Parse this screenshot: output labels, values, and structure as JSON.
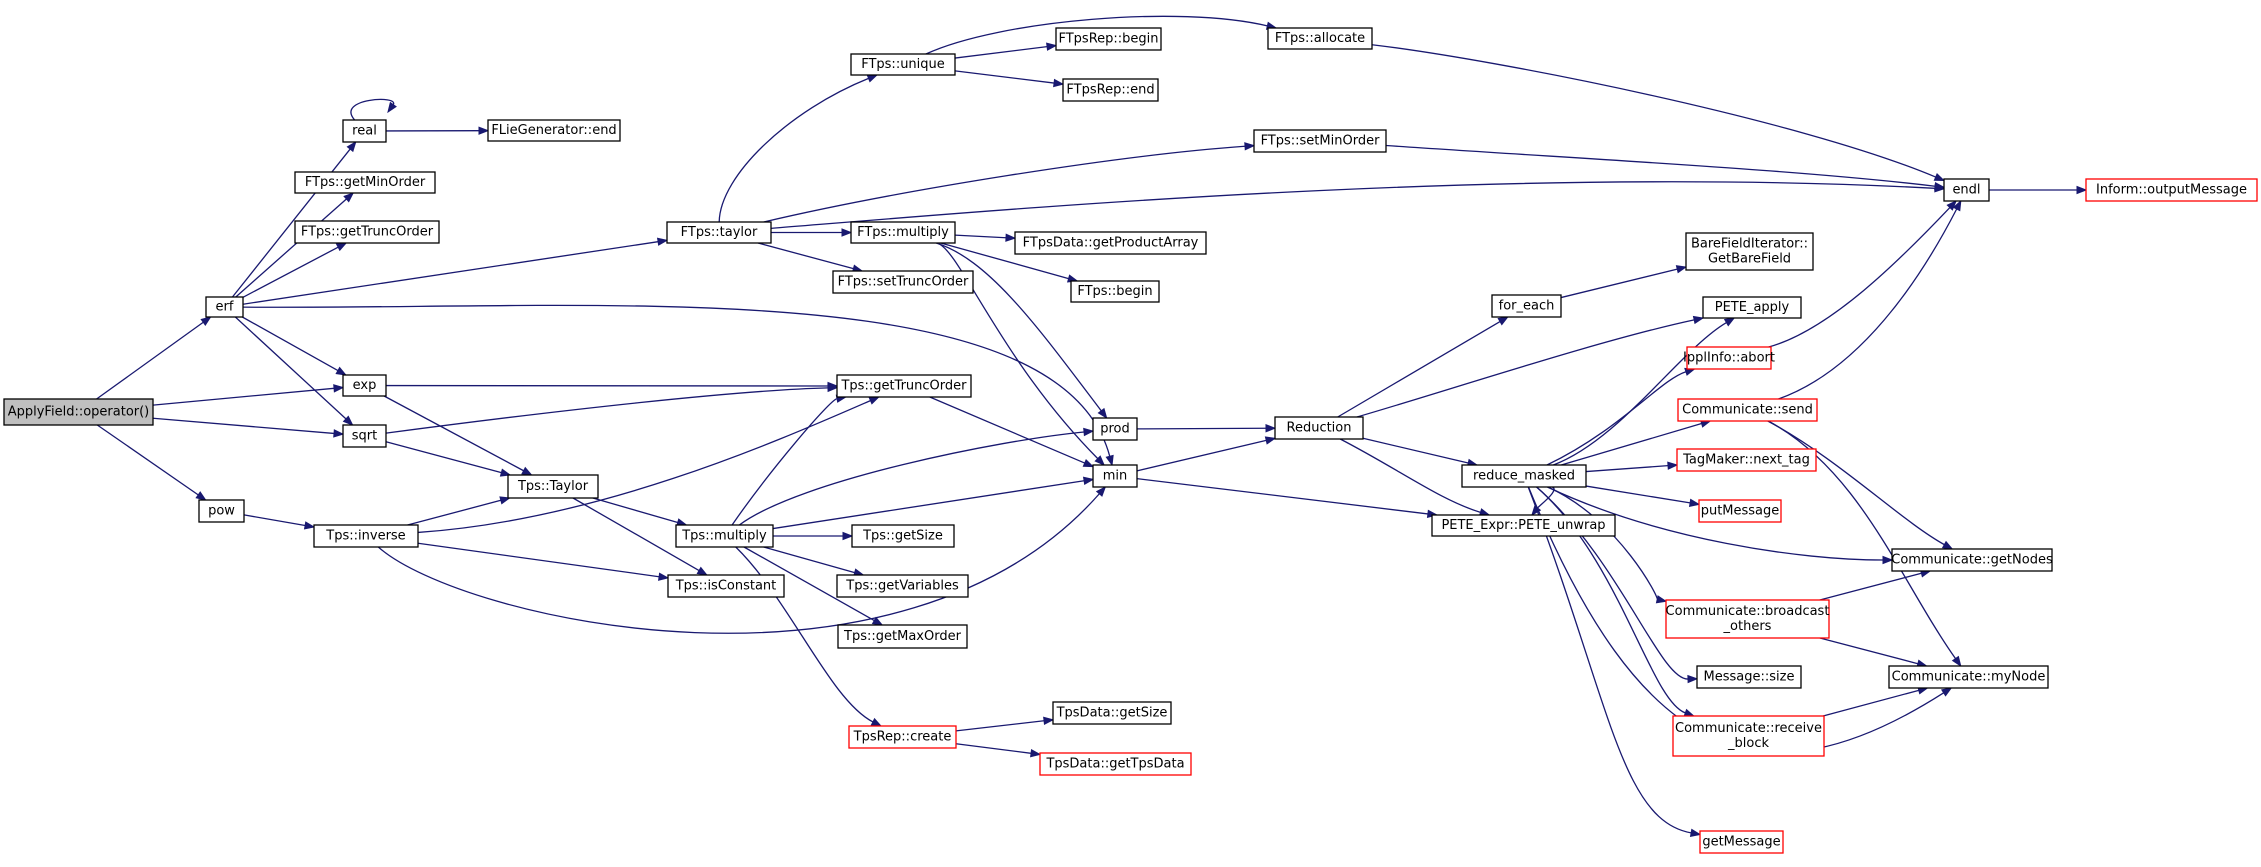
{
  "colors": {
    "edge": "#191970",
    "border": "#000000",
    "incomplete_border": "#ff0000",
    "root_fill": "#bfbfbf",
    "background": "#ffffff"
  },
  "nodes": [
    {
      "id": "root",
      "lines": [
        "ApplyField::operator()"
      ],
      "style": "root"
    },
    {
      "id": "erf",
      "lines": [
        "erf"
      ],
      "style": "normal"
    },
    {
      "id": "pow",
      "lines": [
        "pow"
      ],
      "style": "normal"
    },
    {
      "id": "real",
      "lines": [
        "real"
      ],
      "style": "normal"
    },
    {
      "id": "getMinOrder",
      "lines": [
        "FTps::getMinOrder"
      ],
      "style": "normal"
    },
    {
      "id": "getTruncOrder",
      "lines": [
        "FTps::getTruncOrder"
      ],
      "style": "normal"
    },
    {
      "id": "exp",
      "lines": [
        "exp"
      ],
      "style": "normal"
    },
    {
      "id": "sqrt",
      "lines": [
        "sqrt"
      ],
      "style": "normal"
    },
    {
      "id": "tpsInverse",
      "lines": [
        "Tps::inverse"
      ],
      "style": "normal"
    },
    {
      "id": "flieEnd",
      "lines": [
        "FLieGenerator::end"
      ],
      "style": "normal"
    },
    {
      "id": "tpsTaylor",
      "lines": [
        "Tps::Taylor"
      ],
      "style": "normal"
    },
    {
      "id": "tpsIsConstant",
      "lines": [
        "Tps::isConstant"
      ],
      "style": "normal"
    },
    {
      "id": "ftpsTaylor",
      "lines": [
        "FTps::taylor"
      ],
      "style": "normal"
    },
    {
      "id": "ftpsUnique",
      "lines": [
        "FTps::unique"
      ],
      "style": "normal"
    },
    {
      "id": "ftpsMultiply",
      "lines": [
        "FTps::multiply"
      ],
      "style": "normal"
    },
    {
      "id": "setTruncOrder",
      "lines": [
        "FTps::setTruncOrder"
      ],
      "style": "normal"
    },
    {
      "id": "tpsGetTruncOrder",
      "lines": [
        "Tps::getTruncOrder"
      ],
      "style": "normal"
    },
    {
      "id": "tpsMultiply",
      "lines": [
        "Tps::multiply"
      ],
      "style": "normal"
    },
    {
      "id": "tpsGetSize",
      "lines": [
        "Tps::getSize"
      ],
      "style": "normal"
    },
    {
      "id": "tpsGetVariables",
      "lines": [
        "Tps::getVariables"
      ],
      "style": "normal"
    },
    {
      "id": "tpsGetMaxOrder",
      "lines": [
        "Tps::getMaxOrder"
      ],
      "style": "normal"
    },
    {
      "id": "tpsRepCreate",
      "lines": [
        "TpsRep::create"
      ],
      "style": "incomplete"
    },
    {
      "id": "ftpsRepBegin",
      "lines": [
        "FTpsRep::begin"
      ],
      "style": "normal"
    },
    {
      "id": "ftpsRepEnd",
      "lines": [
        "FTpsRep::end"
      ],
      "style": "normal"
    },
    {
      "id": "getProductArray",
      "lines": [
        "FTpsData::getProductArray"
      ],
      "style": "normal"
    },
    {
      "id": "ftpsBegin",
      "lines": [
        "FTps::begin"
      ],
      "style": "normal"
    },
    {
      "id": "tpsDataGetSize",
      "lines": [
        "TpsData::getSize"
      ],
      "style": "normal"
    },
    {
      "id": "tpsDataGetTpsData",
      "lines": [
        "TpsData::getTpsData"
      ],
      "style": "incomplete"
    },
    {
      "id": "ftpsAllocate",
      "lines": [
        "FTps::allocate"
      ],
      "style": "normal"
    },
    {
      "id": "ftpsSetMinOrder",
      "lines": [
        "FTps::setMinOrder"
      ],
      "style": "normal"
    },
    {
      "id": "prod",
      "lines": [
        "prod"
      ],
      "style": "normal"
    },
    {
      "id": "min",
      "lines": [
        "min"
      ],
      "style": "normal"
    },
    {
      "id": "forEach",
      "lines": [
        "for_each"
      ],
      "style": "normal"
    },
    {
      "id": "reduction",
      "lines": [
        "Reduction"
      ],
      "style": "normal"
    },
    {
      "id": "reduceMasked",
      "lines": [
        "reduce_masked"
      ],
      "style": "normal"
    },
    {
      "id": "peteUnwrap",
      "lines": [
        "PETE_Expr::PETE_unwrap"
      ],
      "style": "normal"
    },
    {
      "id": "bareField",
      "lines": [
        "BareFieldIterator::",
        "GetBareField"
      ],
      "style": "normal"
    },
    {
      "id": "peteApply",
      "lines": [
        "PETE_apply"
      ],
      "style": "normal"
    },
    {
      "id": "ipplAbort",
      "lines": [
        "IpplInfo::abort"
      ],
      "style": "incomplete"
    },
    {
      "id": "commSend",
      "lines": [
        "Communicate::send"
      ],
      "style": "incomplete"
    },
    {
      "id": "nextTag",
      "lines": [
        "TagMaker::next_tag"
      ],
      "style": "incomplete"
    },
    {
      "id": "putMessage",
      "lines": [
        "putMessage"
      ],
      "style": "incomplete"
    },
    {
      "id": "commBroadcast",
      "lines": [
        "Communicate::broadcast",
        "_others"
      ],
      "style": "incomplete"
    },
    {
      "id": "messageSize",
      "lines": [
        "Message::size"
      ],
      "style": "normal"
    },
    {
      "id": "commReceive",
      "lines": [
        "Communicate::receive",
        "_block"
      ],
      "style": "incomplete"
    },
    {
      "id": "getMessage",
      "lines": [
        "getMessage"
      ],
      "style": "incomplete"
    },
    {
      "id": "endl",
      "lines": [
        "endl"
      ],
      "style": "normal"
    },
    {
      "id": "outputMessage",
      "lines": [
        "Inform::outputMessage"
      ],
      "style": "incomplete"
    },
    {
      "id": "getNodes",
      "lines": [
        "Communicate::getNodes"
      ],
      "style": "normal"
    },
    {
      "id": "myNode",
      "lines": [
        "Communicate::myNode"
      ],
      "style": "normal"
    }
  ],
  "edges": [
    [
      "root",
      "erf"
    ],
    [
      "root",
      "exp"
    ],
    [
      "root",
      "sqrt"
    ],
    [
      "root",
      "pow"
    ],
    [
      "erf",
      "real"
    ],
    [
      "erf",
      "getMinOrder"
    ],
    [
      "erf",
      "getTruncOrder"
    ],
    [
      "erf",
      "ftpsTaylor"
    ],
    [
      "erf",
      "exp"
    ],
    [
      "erf",
      "sqrt"
    ],
    [
      "erf",
      "min"
    ],
    [
      "real",
      "real"
    ],
    [
      "real",
      "flieEnd"
    ],
    [
      "exp",
      "tpsGetTruncOrder"
    ],
    [
      "exp",
      "tpsTaylor"
    ],
    [
      "sqrt",
      "tpsGetTruncOrder"
    ],
    [
      "sqrt",
      "tpsTaylor"
    ],
    [
      "pow",
      "tpsInverse"
    ],
    [
      "tpsInverse",
      "tpsTaylor"
    ],
    [
      "tpsInverse",
      "tpsGetTruncOrder"
    ],
    [
      "tpsInverse",
      "tpsIsConstant"
    ],
    [
      "tpsInverse",
      "min"
    ],
    [
      "tpsTaylor",
      "tpsMultiply"
    ],
    [
      "tpsTaylor",
      "tpsIsConstant"
    ],
    [
      "ftpsTaylor",
      "ftpsUnique"
    ],
    [
      "ftpsTaylor",
      "ftpsMultiply"
    ],
    [
      "ftpsTaylor",
      "setTruncOrder"
    ],
    [
      "ftpsTaylor",
      "ftpsSetMinOrder"
    ],
    [
      "ftpsTaylor",
      "endl"
    ],
    [
      "ftpsUnique",
      "ftpsAllocate"
    ],
    [
      "ftpsUnique",
      "ftpsRepBegin"
    ],
    [
      "ftpsUnique",
      "ftpsRepEnd"
    ],
    [
      "ftpsMultiply",
      "getProductArray"
    ],
    [
      "ftpsMultiply",
      "ftpsBegin"
    ],
    [
      "ftpsMultiply",
      "prod"
    ],
    [
      "ftpsMultiply",
      "min"
    ],
    [
      "tpsMultiply",
      "tpsGetTruncOrder"
    ],
    [
      "tpsMultiply",
      "prod"
    ],
    [
      "tpsMultiply",
      "min"
    ],
    [
      "tpsMultiply",
      "tpsGetSize"
    ],
    [
      "tpsMultiply",
      "tpsGetVariables"
    ],
    [
      "tpsMultiply",
      "tpsGetMaxOrder"
    ],
    [
      "tpsMultiply",
      "tpsRepCreate"
    ],
    [
      "tpsGetTruncOrder",
      "min"
    ],
    [
      "tpsRepCreate",
      "tpsDataGetSize"
    ],
    [
      "tpsRepCreate",
      "tpsDataGetTpsData"
    ],
    [
      "ftpsAllocate",
      "endl"
    ],
    [
      "ftpsSetMinOrder",
      "endl"
    ],
    [
      "prod",
      "reduction"
    ],
    [
      "min",
      "reduction"
    ],
    [
      "min",
      "peteUnwrap"
    ],
    [
      "reduction",
      "forEach"
    ],
    [
      "reduction",
      "peteApply"
    ],
    [
      "reduction",
      "reduceMasked"
    ],
    [
      "reduction",
      "peteUnwrap"
    ],
    [
      "forEach",
      "bareField"
    ],
    [
      "reduceMasked",
      "peteApply"
    ],
    [
      "reduceMasked",
      "ipplAbort"
    ],
    [
      "reduceMasked",
      "commSend"
    ],
    [
      "reduceMasked",
      "nextTag"
    ],
    [
      "reduceMasked",
      "putMessage"
    ],
    [
      "reduceMasked",
      "getNodes"
    ],
    [
      "reduceMasked",
      "commBroadcast"
    ],
    [
      "reduceMasked",
      "messageSize"
    ],
    [
      "reduceMasked",
      "commReceive"
    ],
    [
      "reduceMasked",
      "myNode"
    ],
    [
      "reduceMasked",
      "getMessage"
    ],
    [
      "reduceMasked",
      "peteUnwrap"
    ],
    [
      "ipplAbort",
      "endl"
    ],
    [
      "commSend",
      "endl"
    ],
    [
      "commSend",
      "getNodes"
    ],
    [
      "commSend",
      "myNode"
    ],
    [
      "commBroadcast",
      "getNodes"
    ],
    [
      "commBroadcast",
      "myNode"
    ],
    [
      "commReceive",
      "myNode"
    ],
    [
      "endl",
      "outputMessage"
    ]
  ]
}
